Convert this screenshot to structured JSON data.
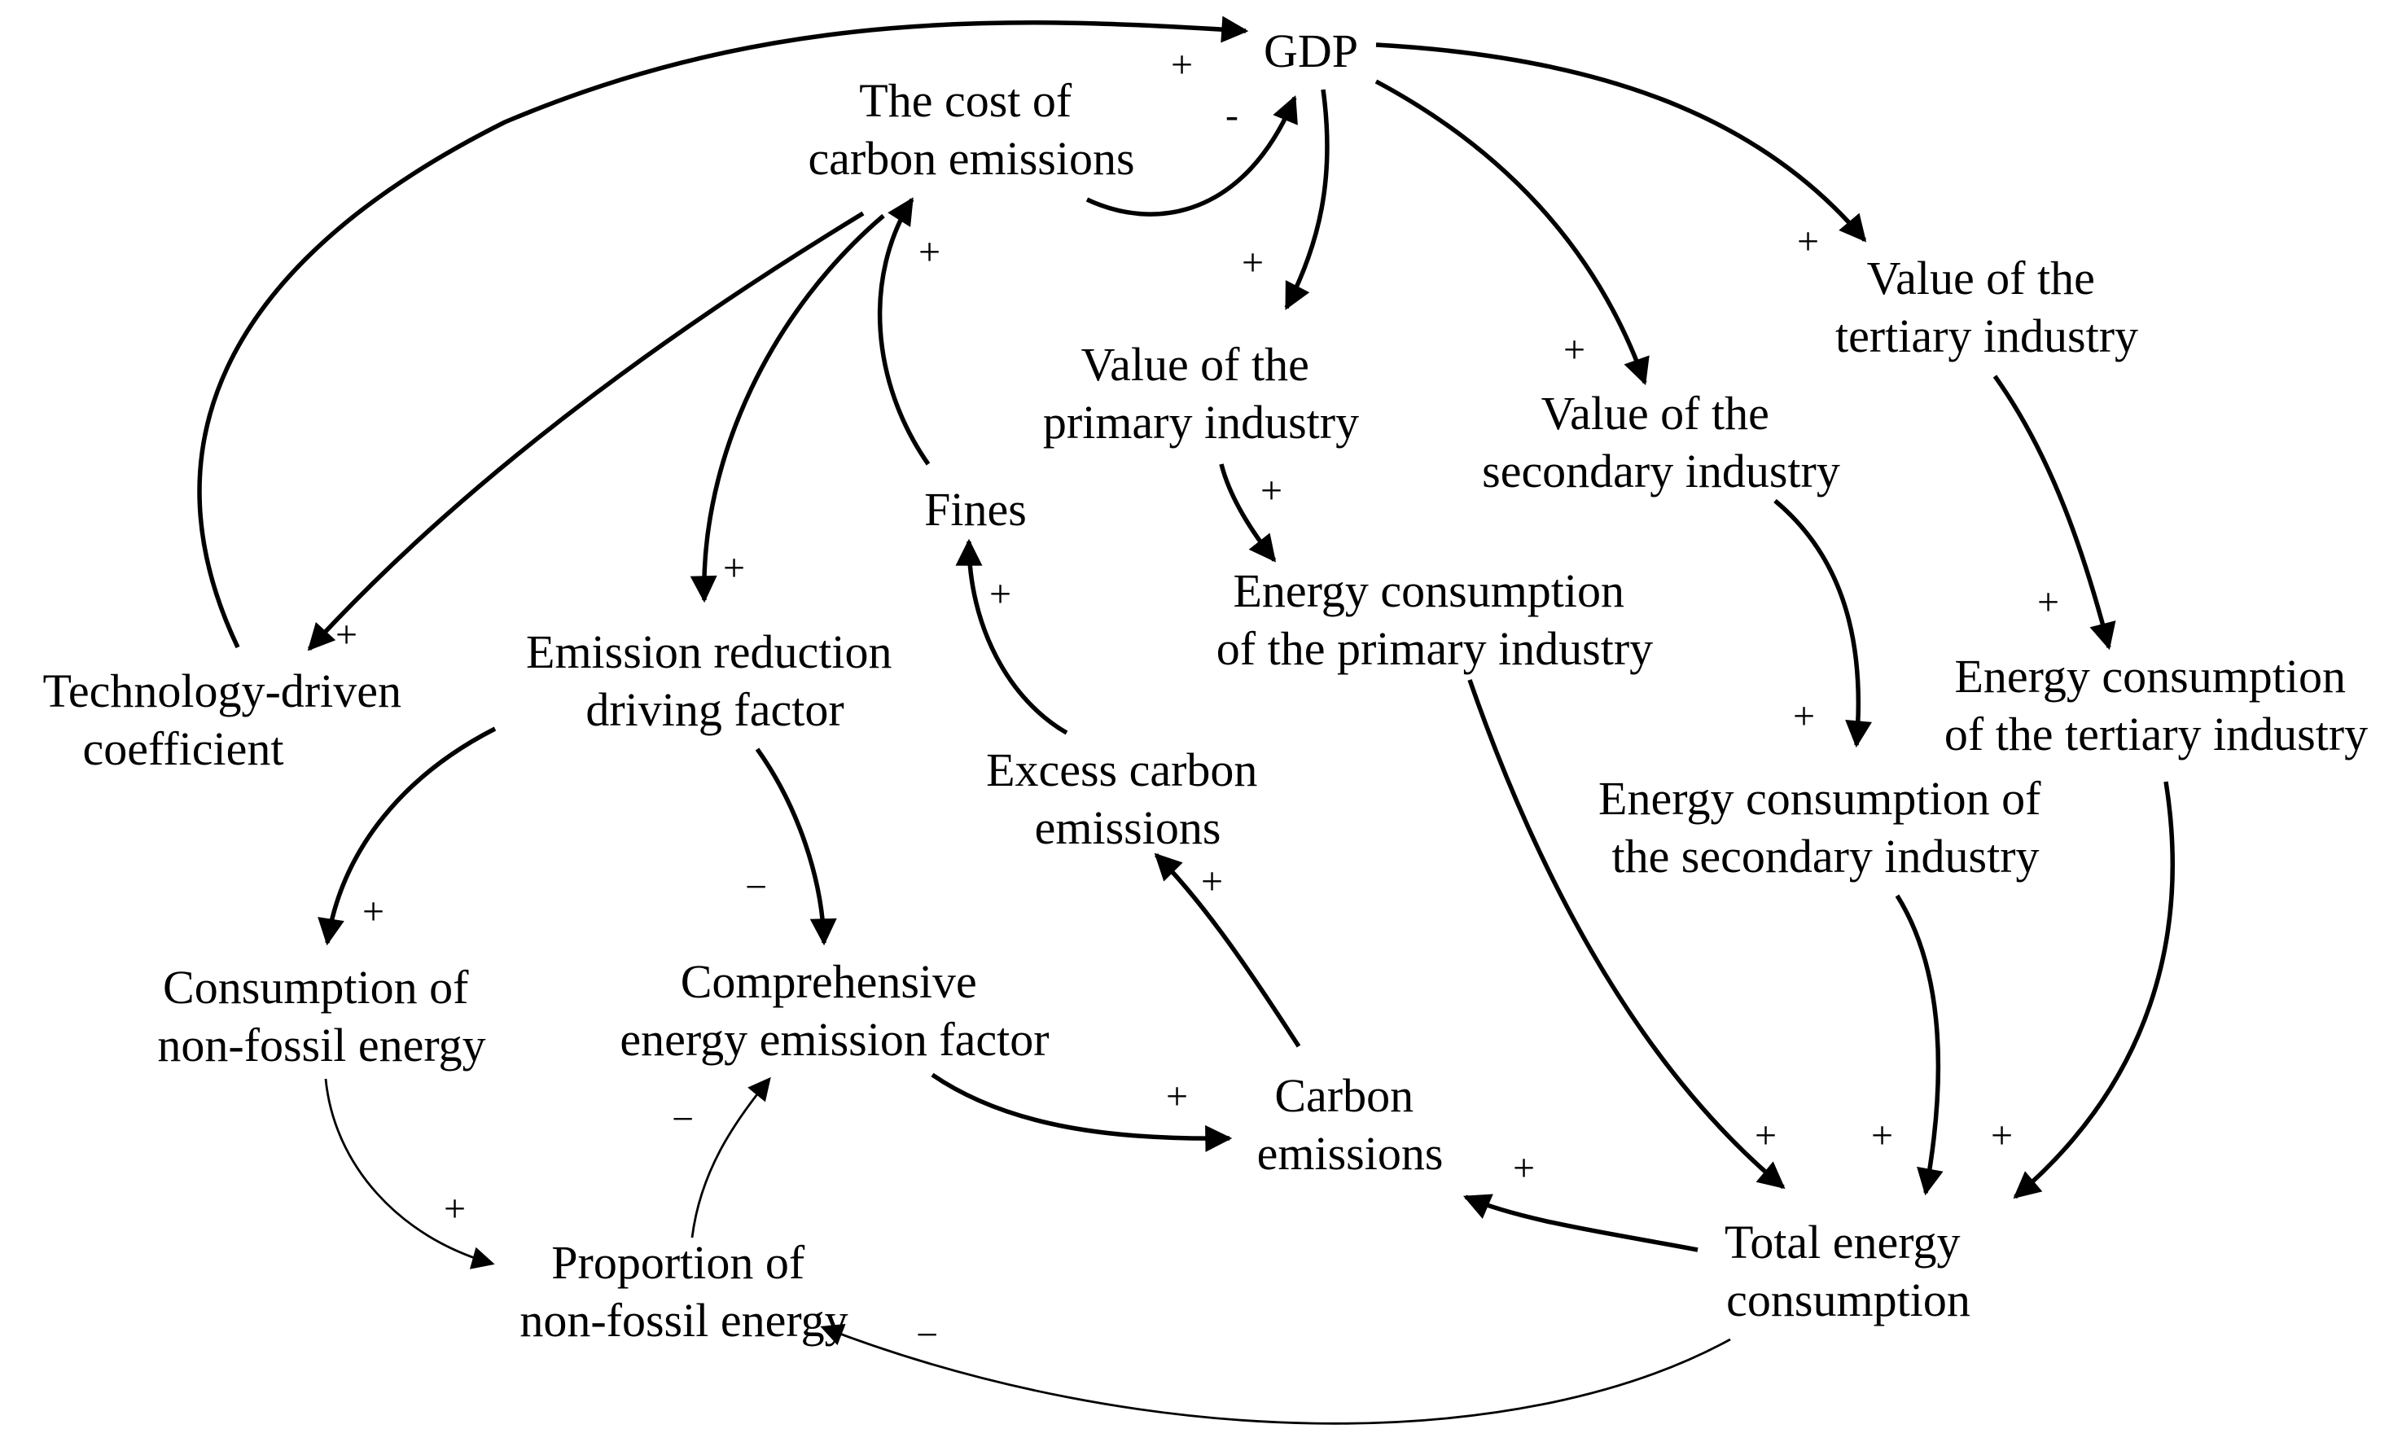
{
  "nodes": {
    "gdp": [
      "GDP"
    ],
    "cost_of_carbon": [
      "The cost of",
      "carbon emissions"
    ],
    "value_primary": [
      "Value of the",
      "primary industry"
    ],
    "value_secondary": [
      "Value of the",
      "secondary industry"
    ],
    "value_tertiary": [
      "Value of the",
      "tertiary industry"
    ],
    "fines": [
      "Fines"
    ],
    "energy_primary": [
      "Energy consumption",
      "of the primary industry"
    ],
    "energy_tertiary": [
      "Energy consumption",
      "of the tertiary industry"
    ],
    "energy_secondary": [
      "Energy consumption of",
      "the secondary industry"
    ],
    "technology_coefficient": [
      "Technology-driven",
      "coefficient"
    ],
    "emission_reduction_factor": [
      "Emission reduction",
      "driving factor"
    ],
    "excess_carbon": [
      "Excess carbon",
      "emissions"
    ],
    "non_fossil_consumption": [
      "Consumption of",
      "non-fossil energy"
    ],
    "comprehensive_factor": [
      "Comprehensive",
      "energy emission factor"
    ],
    "carbon_emissions": [
      "Carbon",
      "emissions"
    ],
    "total_energy": [
      "Total energy",
      "consumption"
    ],
    "non_fossil_proportion": [
      "Proportion of",
      "non-fossil energy"
    ]
  },
  "signs": {
    "tech_to_gdp": "+",
    "cost_to_gdp": "-",
    "gdp_to_primary": "+",
    "gdp_to_secondary": "+",
    "gdp_to_tertiary": "+",
    "fines_to_cost": "+",
    "cost_to_tech": "+",
    "cost_to_reduction": "+",
    "primary_to_energy": "+",
    "excess_to_fines": "+",
    "tertiary_to_energy": "+",
    "secondary_to_energy": "+",
    "reduction_to_nonfossil": "+",
    "reduction_to_factor": "−",
    "carbon_to_excess": "+",
    "factor_to_carbon": "+",
    "total_to_carbon": "+",
    "nonfossil_to_proportion": "+",
    "proportion_to_factor": "−",
    "primary_energy_to_total": "+",
    "secondary_energy_to_total": "+",
    "tertiary_energy_to_total": "+",
    "total_to_proportion": "−"
  }
}
